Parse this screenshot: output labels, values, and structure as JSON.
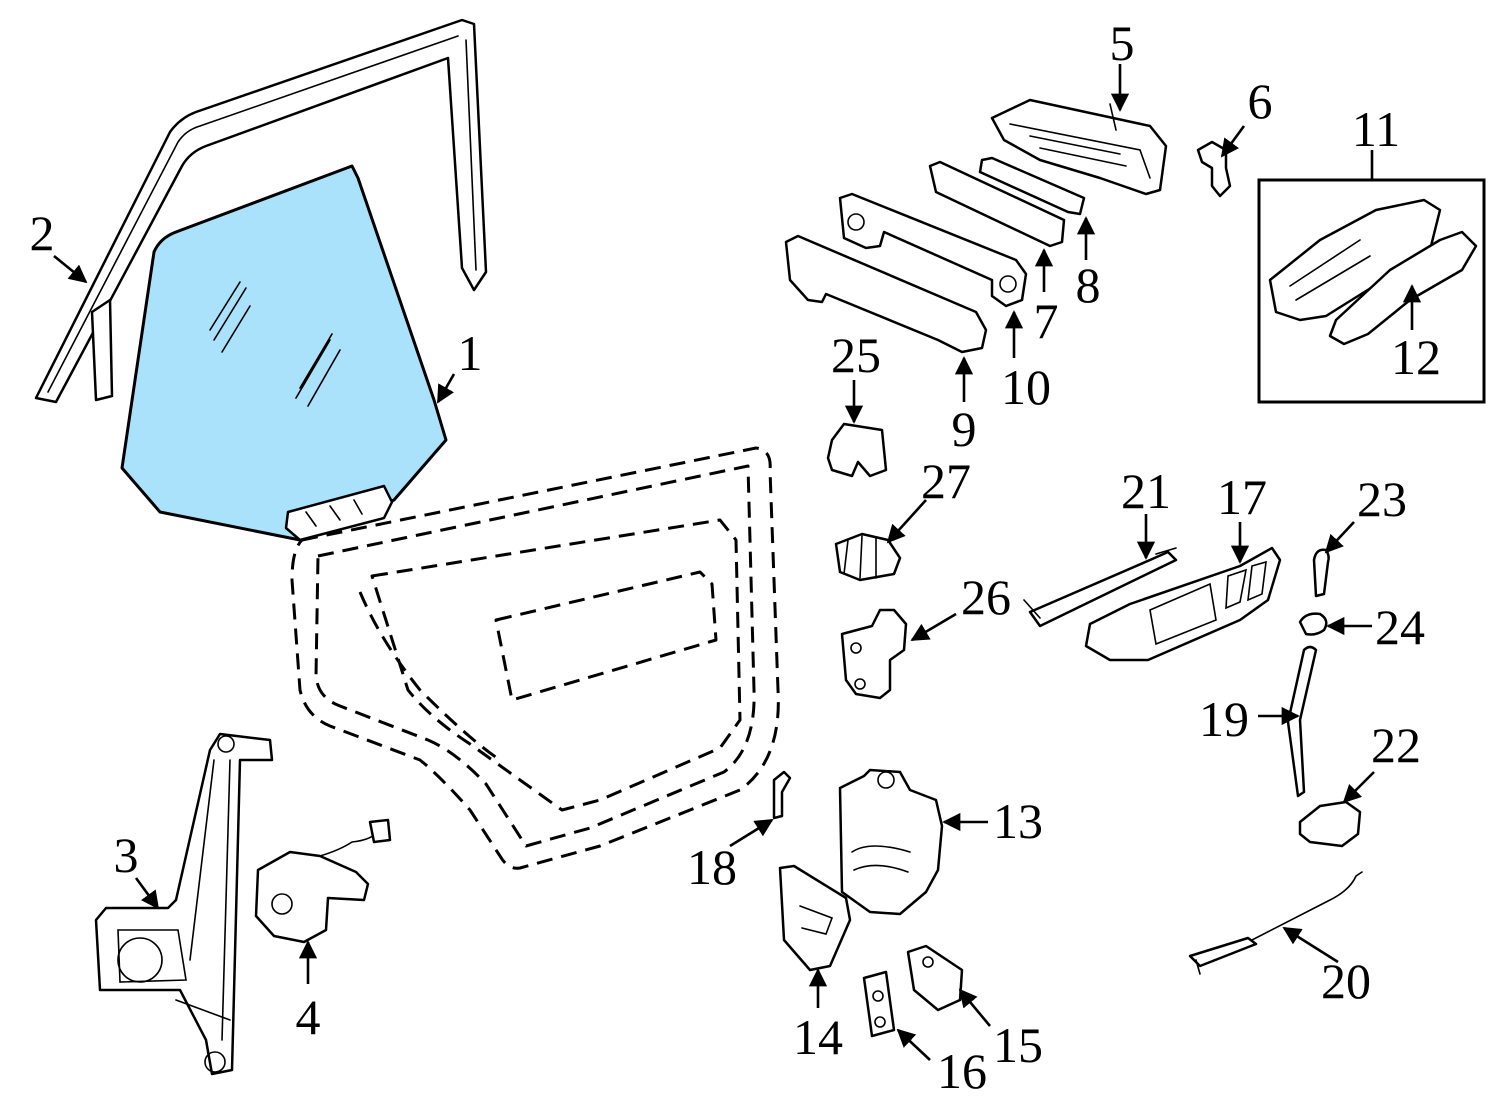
{
  "colors": {
    "highlight_fill": "#A9E2FA",
    "line": "#000000",
    "background": "#FFFFFF"
  },
  "callouts": [
    {
      "id": "c1",
      "text": "1"
    },
    {
      "id": "c2",
      "text": "2"
    },
    {
      "id": "c3",
      "text": "3"
    },
    {
      "id": "c4",
      "text": "4"
    },
    {
      "id": "c5",
      "text": "5"
    },
    {
      "id": "c6",
      "text": "6"
    },
    {
      "id": "c7",
      "text": "7"
    },
    {
      "id": "c8",
      "text": "8"
    },
    {
      "id": "c9",
      "text": "9"
    },
    {
      "id": "c10",
      "text": "10"
    },
    {
      "id": "c11",
      "text": "11"
    },
    {
      "id": "c12",
      "text": "12"
    },
    {
      "id": "c13",
      "text": "13"
    },
    {
      "id": "c14",
      "text": "14"
    },
    {
      "id": "c15",
      "text": "15"
    },
    {
      "id": "c16",
      "text": "16"
    },
    {
      "id": "c17",
      "text": "17"
    },
    {
      "id": "c18",
      "text": "18"
    },
    {
      "id": "c19",
      "text": "19"
    },
    {
      "id": "c20",
      "text": "20"
    },
    {
      "id": "c21",
      "text": "21"
    },
    {
      "id": "c22",
      "text": "22"
    },
    {
      "id": "c23",
      "text": "23"
    },
    {
      "id": "c24",
      "text": "24"
    },
    {
      "id": "c25",
      "text": "25"
    },
    {
      "id": "c26",
      "text": "26"
    },
    {
      "id": "c27",
      "text": "27"
    }
  ]
}
